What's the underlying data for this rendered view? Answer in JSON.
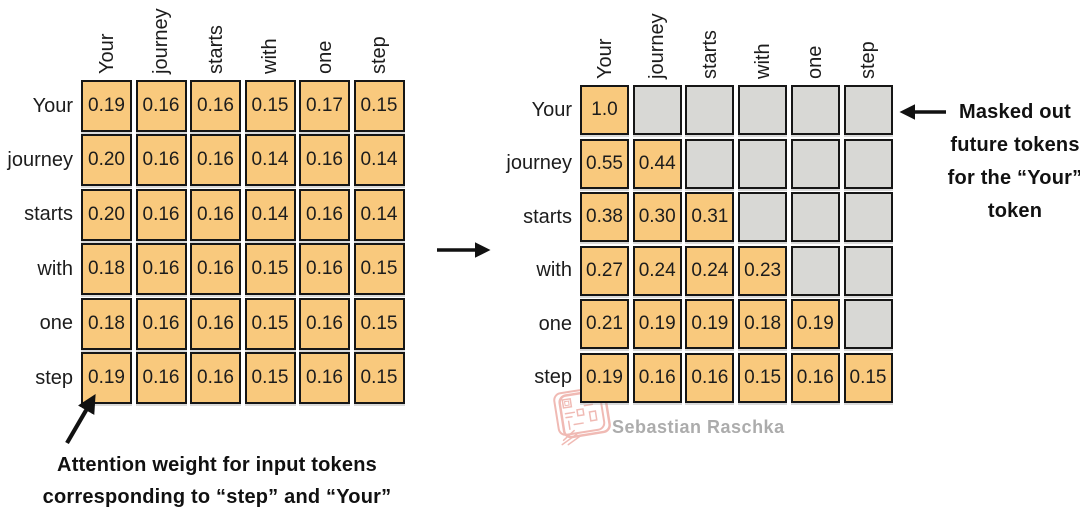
{
  "figure": {
    "description_left": "attention weight matrix before masking",
    "description_right": "attention weight matrix after causal masking"
  },
  "left_matrix": {
    "col_headers": [
      "Your",
      "journey",
      "starts",
      "with",
      "one",
      "step"
    ],
    "row_labels": [
      "Your",
      "journey",
      "starts",
      "with",
      "one",
      "step"
    ],
    "rows": [
      [
        "0.19",
        "0.16",
        "0.16",
        "0.15",
        "0.17",
        "0.15"
      ],
      [
        "0.20",
        "0.16",
        "0.16",
        "0.14",
        "0.16",
        "0.14"
      ],
      [
        "0.20",
        "0.16",
        "0.16",
        "0.14",
        "0.16",
        "0.14"
      ],
      [
        "0.18",
        "0.16",
        "0.16",
        "0.15",
        "0.16",
        "0.15"
      ],
      [
        "0.18",
        "0.16",
        "0.16",
        "0.15",
        "0.16",
        "0.15"
      ],
      [
        "0.19",
        "0.16",
        "0.16",
        "0.15",
        "0.16",
        "0.15"
      ]
    ]
  },
  "right_matrix": {
    "col_headers": [
      "Your",
      "journey",
      "starts",
      "with",
      "one",
      "step"
    ],
    "row_labels": [
      "Your",
      "journey",
      "starts",
      "with",
      "one",
      "step"
    ],
    "rows": [
      [
        "1.0",
        null,
        null,
        null,
        null,
        null
      ],
      [
        "0.55",
        "0.44",
        null,
        null,
        null,
        null
      ],
      [
        "0.38",
        "0.30",
        "0.31",
        null,
        null,
        null
      ],
      [
        "0.27",
        "0.24",
        "0.24",
        "0.23",
        null,
        null
      ],
      [
        "0.21",
        "0.19",
        "0.19",
        "0.18",
        "0.19",
        null
      ],
      [
        "0.19",
        "0.16",
        "0.16",
        "0.15",
        "0.16",
        "0.15"
      ]
    ]
  },
  "annotations": {
    "masked_note_lines": [
      "Masked out",
      "future tokens",
      "for the “Your”",
      "token"
    ],
    "attention_note_lines": [
      "Attention weight for input tokens",
      "corresponding to “step” and “Your”"
    ]
  },
  "watermark": {
    "text": "Sebastian Raschka"
  },
  "colors": {
    "cell_filled": "#F9C97D",
    "cell_masked": "#D8D8D5",
    "cell_border": "#161616",
    "label_text": "#1C1C1C",
    "annotation_text": "#111111",
    "arrow": "#111111",
    "watermark_text": "#ACACAC",
    "watermark_logo": "#EBA49C"
  }
}
